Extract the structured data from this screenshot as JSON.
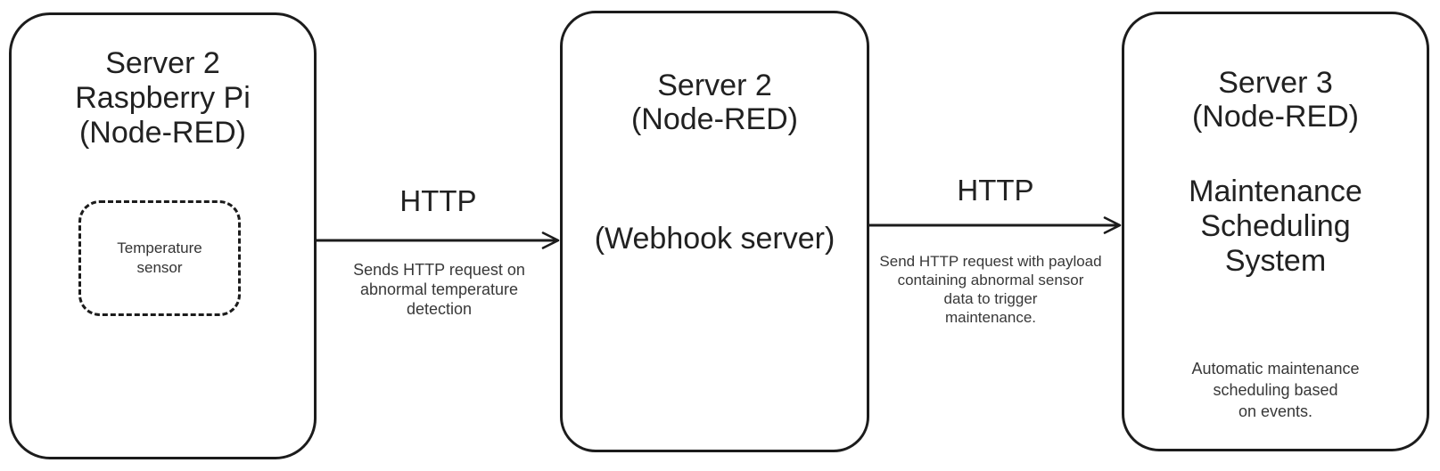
{
  "diagram": {
    "colors": {
      "background": "#ffffff",
      "stroke": "#1c1c1c",
      "text": "#212121"
    },
    "nodes": [
      {
        "title_lines": [
          "Server 2",
          "Raspberry Pi",
          "(Node-RED)"
        ],
        "inner_node": {
          "label_lines": [
            "Temperature",
            "sensor"
          ]
        }
      },
      {
        "title_lines": [
          "Server 2",
          "(Node-RED)"
        ],
        "subtitle": "(Webhook server)"
      },
      {
        "title_lines": [
          "Server 3",
          "(Node-RED)"
        ],
        "subtitle_lines": [
          "Maintenance",
          "Scheduling",
          "System"
        ],
        "note_lines": [
          "Automatic maintenance",
          "scheduling based",
          "on events."
        ]
      }
    ],
    "edges": [
      {
        "label": "HTTP",
        "note_lines": [
          "Sends HTTP request on",
          "abnormal temperature",
          "detection"
        ]
      },
      {
        "label": "HTTP",
        "note_lines": [
          "Send HTTP request with payload",
          "containing abnormal sensor",
          "data to trigger",
          "maintenance."
        ]
      }
    ]
  }
}
